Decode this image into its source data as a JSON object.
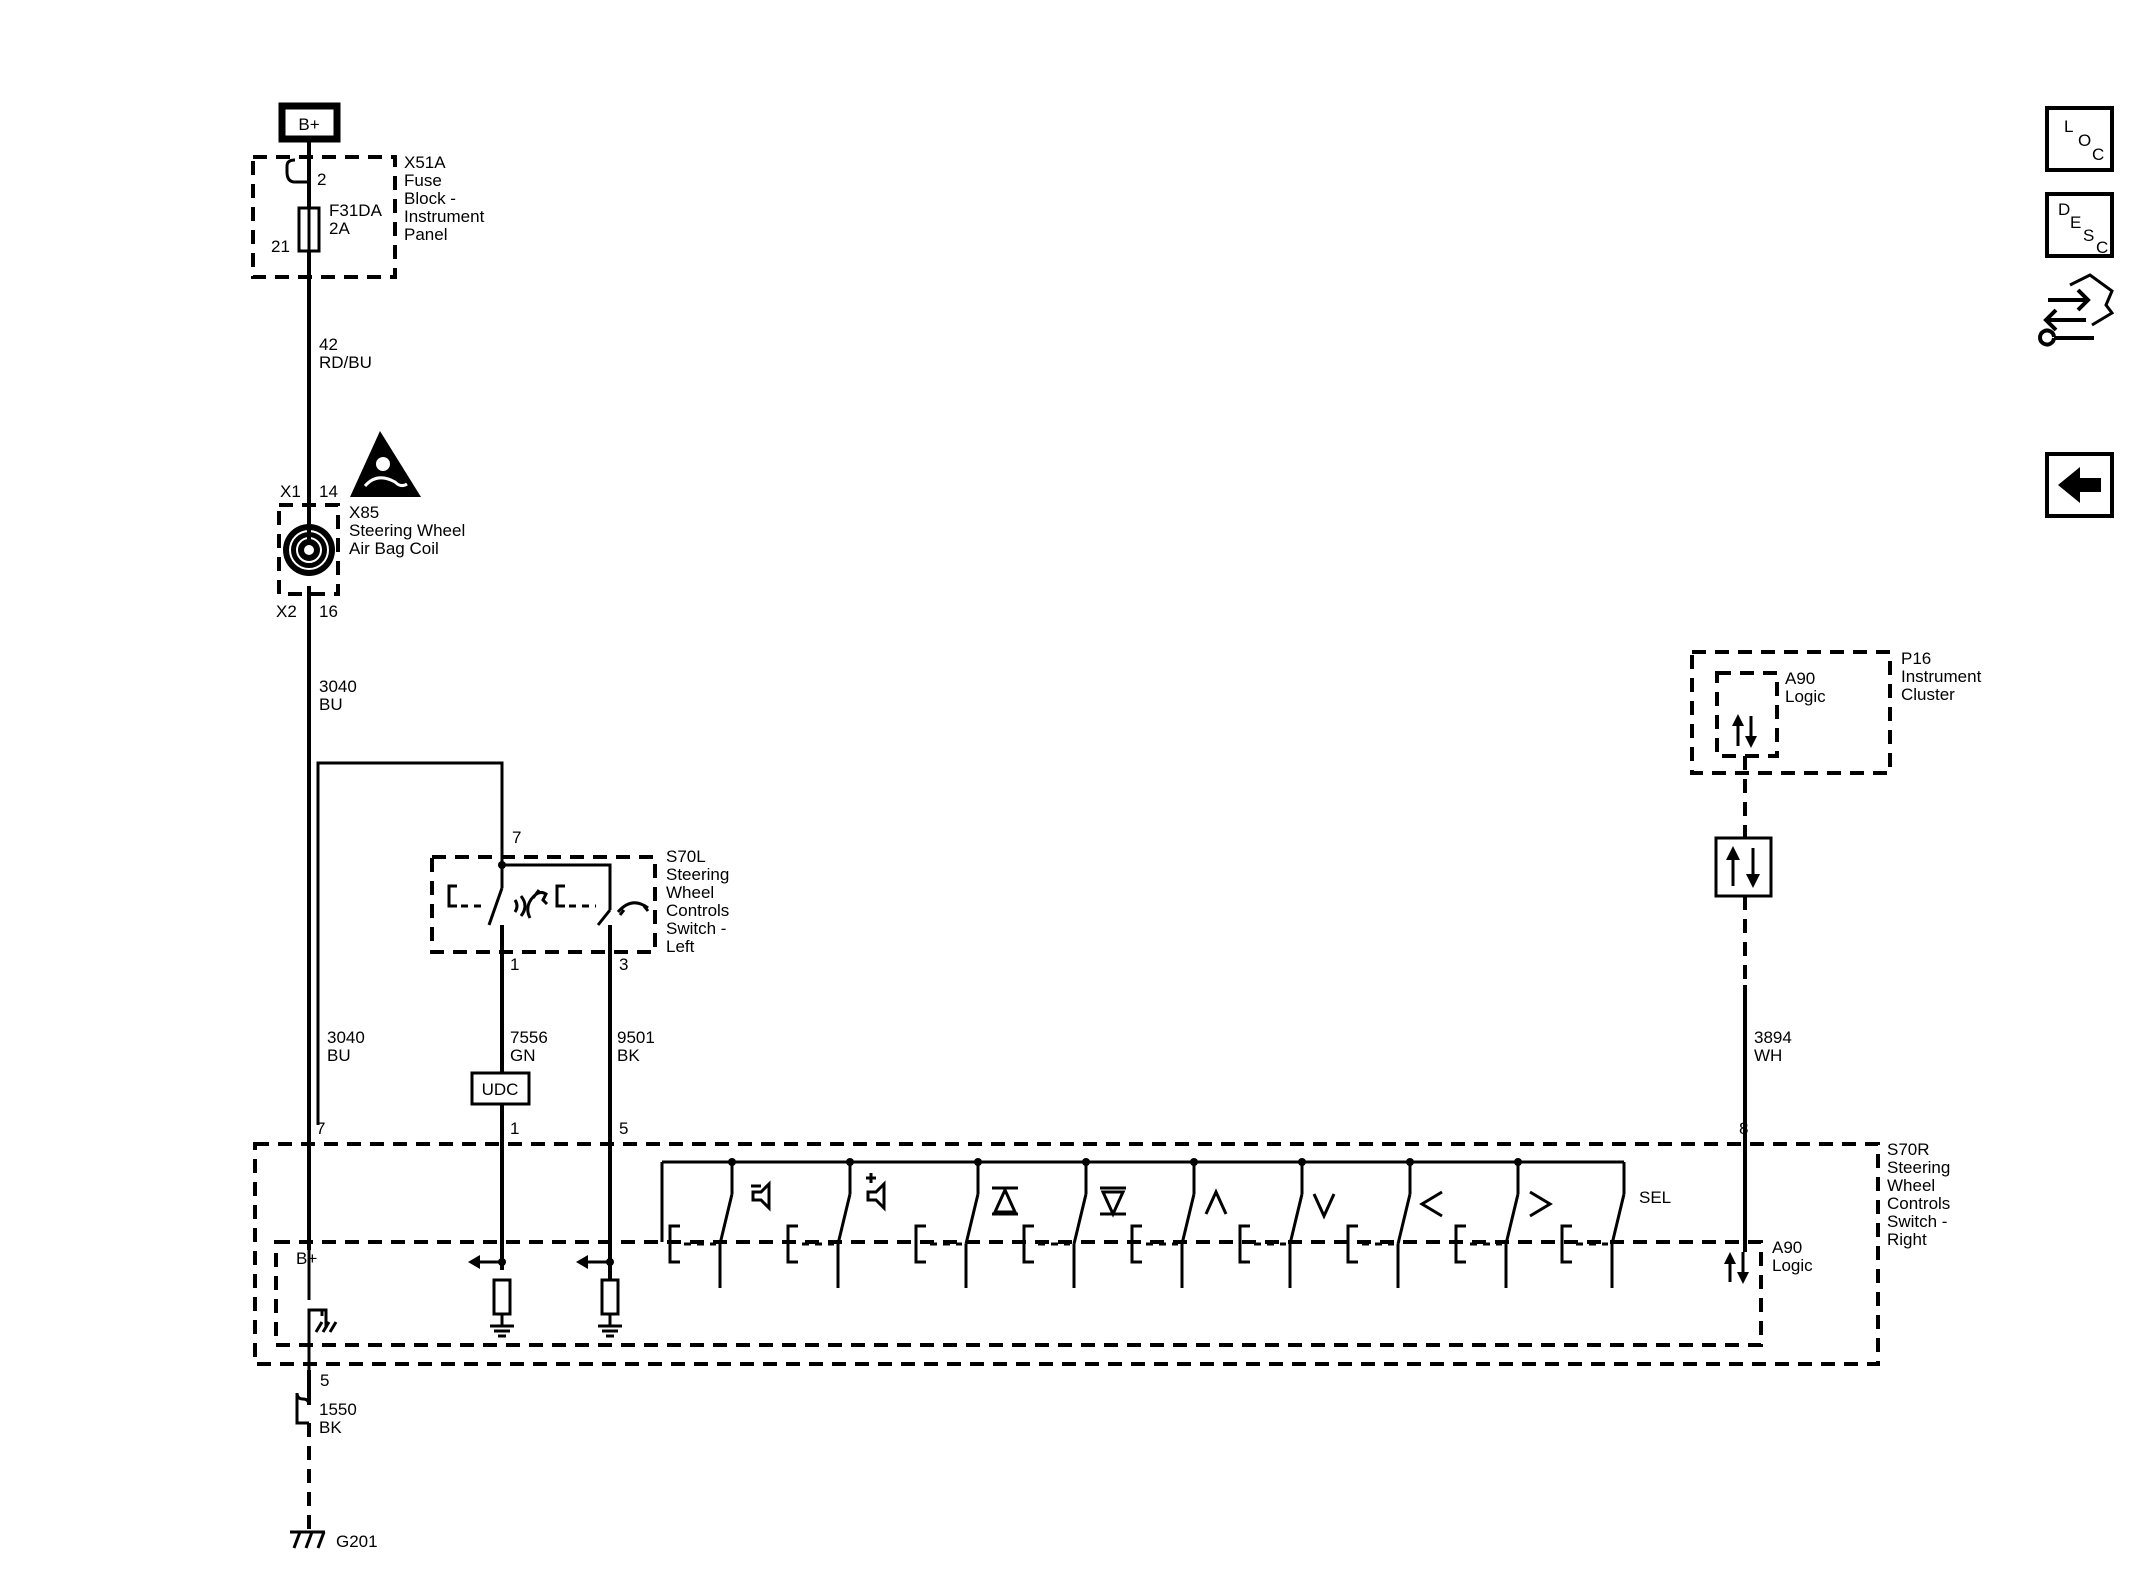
{
  "power": {
    "bplus": "B+"
  },
  "fuse_block": {
    "id": "X51A",
    "name_lines": [
      "Fuse",
      "Block -",
      "Instrument",
      "Panel"
    ],
    "pin_top": "2",
    "pin_bottom": "21",
    "fuse_id": "F31DA",
    "fuse_rating": "2A"
  },
  "wire_42": {
    "circuit": "42",
    "color": "RD/BU"
  },
  "airbag_coil": {
    "id": "X85",
    "name_lines": [
      "Steering Wheel",
      "Air Bag Coil"
    ],
    "conn_top": "X1",
    "pin_top": "14",
    "conn_bottom": "X2",
    "pin_bottom": "16"
  },
  "wire_3040_upper": {
    "circuit": "3040",
    "color": "BU"
  },
  "switch_left": {
    "id": "S70L",
    "name_lines": [
      "Steering",
      "Wheel",
      "Controls",
      "Switch -",
      "Left"
    ],
    "pin_top": "7",
    "pin_1": "1",
    "pin_3": "3"
  },
  "wire_7556": {
    "circuit": "7556",
    "color": "GN"
  },
  "wire_9501": {
    "circuit": "9501",
    "color": "BK"
  },
  "wire_3040_lower": {
    "circuit": "3040",
    "color": "BU"
  },
  "udc_label": "UDC",
  "switch_right": {
    "id": "S70R",
    "name_lines": [
      "Steering",
      "Wheel",
      "Controls",
      "Switch -",
      "Right"
    ],
    "pin_7": "7",
    "pin_1": "1",
    "pin_5_top": "5",
    "pin_8": "8",
    "pin_5_bottom": "5",
    "bplus": "B+",
    "logic_id": "A90",
    "logic_label": "Logic",
    "sel_label": "SEL"
  },
  "cluster": {
    "id": "P16",
    "name_lines": [
      "Instrument",
      "Cluster"
    ],
    "logic_id": "A90",
    "logic_label": "Logic"
  },
  "wire_3894": {
    "circuit": "3894",
    "color": "WH"
  },
  "wire_1550": {
    "circuit": "1550",
    "color": "BK"
  },
  "ground": {
    "id": "G201"
  },
  "nav": {
    "loc": [
      "L",
      "O",
      "C"
    ],
    "desc": [
      "D",
      "E",
      "S",
      "C"
    ]
  }
}
